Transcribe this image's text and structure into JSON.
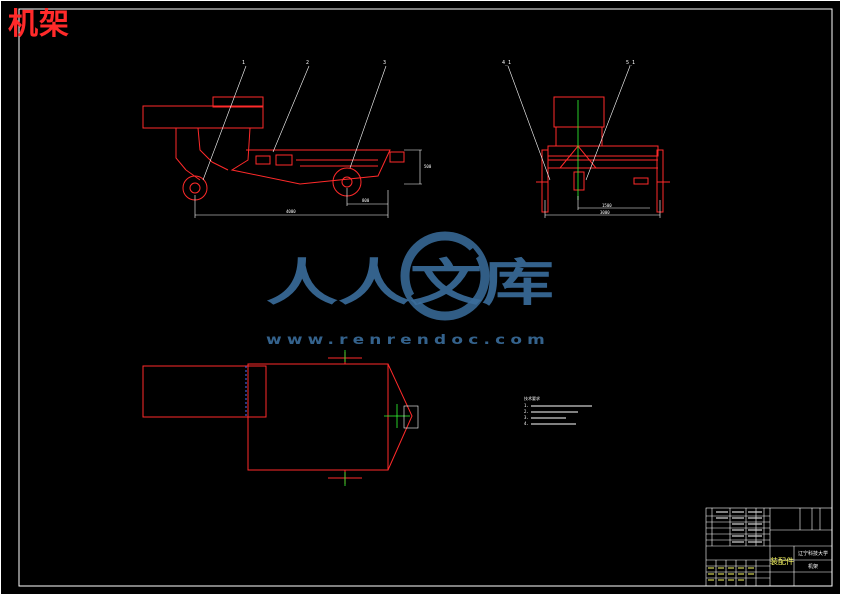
{
  "drawing_title": "机架",
  "callouts": [
    "1",
    "2",
    "3",
    "4_1",
    "5_1"
  ],
  "watermark": {
    "brand": "人人文库",
    "url": "www.renrendoc.com"
  },
  "tech_notes": {
    "heading": "技术要求",
    "lines": [
      "1.",
      "2.",
      "3.",
      "4."
    ]
  },
  "title_block": {
    "type": "装配件",
    "school": "辽宁科技大学",
    "part_name": "机架"
  },
  "colors": {
    "background": "#000000",
    "outline": "#ff2a2a",
    "leader": "#ffffff",
    "centerline": "#33ff33",
    "frame": "#ffffff",
    "watermark": "#3a6d9c"
  }
}
